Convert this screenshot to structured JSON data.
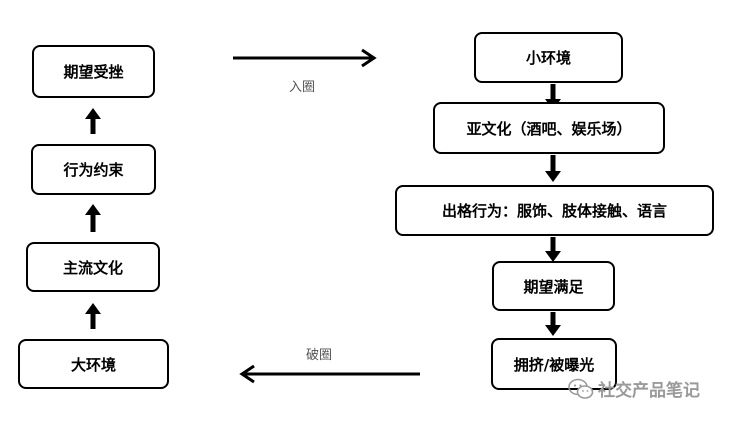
{
  "left_column": {
    "expectation_frustrated": "期望受挫",
    "behavior_constraint": "行为约束",
    "mainstream_culture": "主流文化",
    "macro_environment": "大环境"
  },
  "right_column": {
    "micro_environment": "小环境",
    "subculture": "亚文化（酒吧、娱乐场）",
    "deviant_behavior": "出格行为：服饰、肢体接触、语言",
    "expectation_satisfied": "期望满足",
    "crowded_exposed": "拥挤/被曝光"
  },
  "connectors": {
    "enter_circle": "入圈",
    "break_circle": "破圈"
  },
  "watermark": {
    "text": "社交产品笔记",
    "icon": "wechat-icon"
  },
  "colors": {
    "stroke": "#000000",
    "label": "#555555",
    "watermark": "#9a9a9a"
  }
}
